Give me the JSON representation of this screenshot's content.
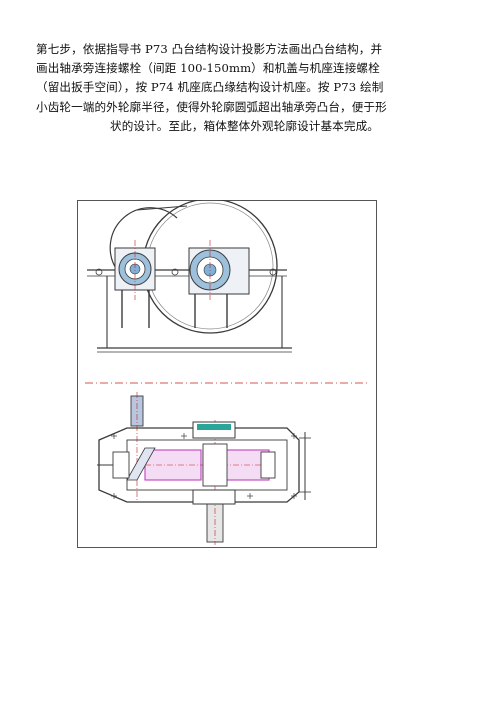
{
  "document": {
    "paragraph_lines": [
      "第七步，依据指导书 P73 凸台结构设计投影方法画出凸台结构，并",
      "画出轴承旁连接螺栓（间距 100-150mm）和机盖与机座连接螺栓",
      "（留出扳手空间），按 P74 机座底凸缘结构设计机座。按 P73 绘制",
      "小齿轮一端的外轮廓半径，使得外轮廓圆弧超出轴承旁凸台，便于形",
      "状的设计。至此，箱体整体外观轮廓设计基本完成。"
    ]
  },
  "colors": {
    "text": "#111111",
    "outline": "#3a3a3a",
    "center_line": "#c81e1e",
    "gear_highlight": "#c040c0",
    "shaft_fill": "#b8c6e0",
    "bearing_fill": "#7fb0d8"
  }
}
